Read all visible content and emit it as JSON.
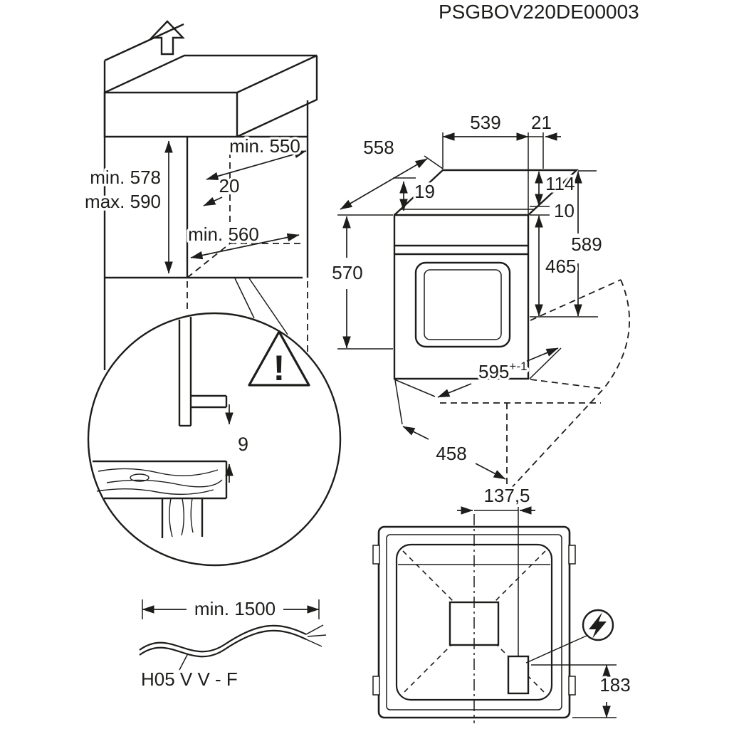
{
  "code": "PSGBOV220DE00003",
  "cabinet": {
    "width": "min. 550",
    "setback": "20",
    "height_min": "min. 578",
    "height_max": "max. 590",
    "depth": "min. 560"
  },
  "oven": {
    "top_depth": "558",
    "body_width": "539",
    "edge_gap": "21",
    "top_inset": "19",
    "panel_height": "114",
    "panel_gap": "10",
    "total_height": "589",
    "body_height": "570",
    "door_height": "465",
    "front_width": "595",
    "front_width_tol": "+-1",
    "bottom_depth": "458"
  },
  "detail": {
    "gap": "9"
  },
  "symbols": {
    "warning": "!"
  },
  "cable": {
    "length": "min. 1500",
    "type": "H05 V V - F"
  },
  "rear": {
    "offset": "137,5",
    "height": "183"
  }
}
